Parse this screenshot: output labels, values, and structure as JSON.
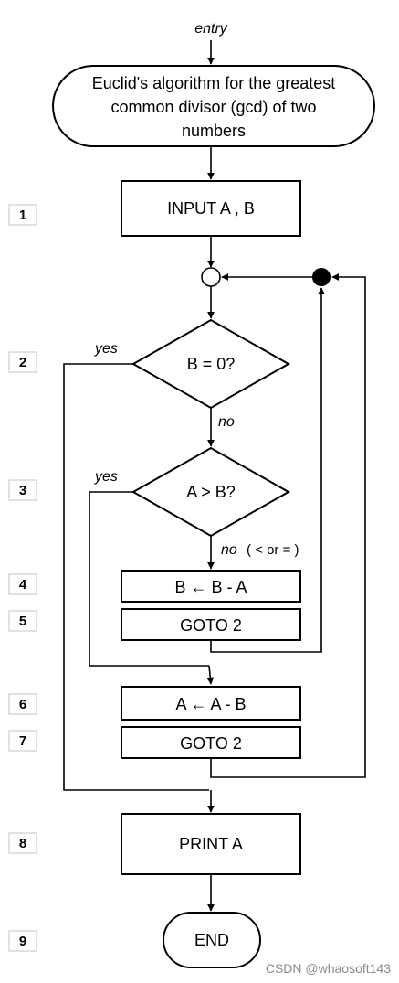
{
  "flowchart": {
    "entry_label": "entry",
    "title_lines": [
      "Euclid's algorithm for the greatest",
      "common divisor (gcd) of two",
      "numbers"
    ],
    "steps": {
      "input": "INPUT A , B",
      "cond_b": "B = 0?",
      "cond_a": "A > B?",
      "sub_b": "B ← B - A",
      "goto_5": "GOTO 2",
      "sub_a": "A ← A - B",
      "goto_7": "GOTO 2",
      "print": "PRINT A",
      "end": "END"
    },
    "branch_labels": {
      "yes_1": "yes",
      "no_1": "no",
      "yes_2": "yes",
      "no_2": "no",
      "no_2_note": "( < or = )"
    },
    "line_numbers": [
      "1",
      "2",
      "3",
      "4",
      "5",
      "6",
      "7",
      "8",
      "9"
    ]
  },
  "watermark": "CSDN @whaosoft143"
}
